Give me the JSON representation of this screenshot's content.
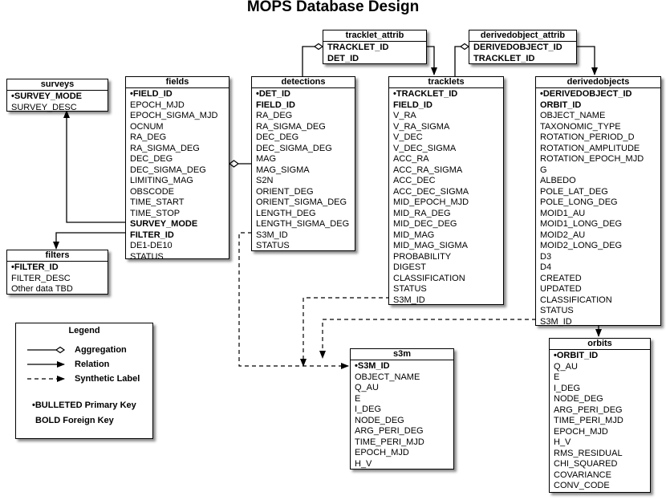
{
  "title": "MOPS Database Design",
  "tables": {
    "surveys": {
      "name": "surveys",
      "rows": [
        {
          "text": "•SURVEY_MODE",
          "bold": true
        },
        {
          "text": "SURVEY_DESC",
          "bold": false
        }
      ]
    },
    "filters": {
      "name": "filters",
      "rows": [
        {
          "text": "•FILTER_ID",
          "bold": true
        },
        {
          "text": "FILTER_DESC",
          "bold": false
        },
        {
          "text": "Other data TBD",
          "bold": false
        }
      ]
    },
    "fields": {
      "name": "fields",
      "rows": [
        {
          "text": "•FIELD_ID",
          "bold": true
        },
        {
          "text": "EPOCH_MJD",
          "bold": false
        },
        {
          "text": "EPOCH_SIGMA_MJD",
          "bold": false
        },
        {
          "text": "OCNUM",
          "bold": false
        },
        {
          "text": "RA_DEG",
          "bold": false
        },
        {
          "text": "RA_SIGMA_DEG",
          "bold": false
        },
        {
          "text": "DEC_DEG",
          "bold": false
        },
        {
          "text": "DEC_SIGMA_DEG",
          "bold": false
        },
        {
          "text": "LIMITING_MAG",
          "bold": false
        },
        {
          "text": "OBSCODE",
          "bold": false
        },
        {
          "text": "TIME_START",
          "bold": false
        },
        {
          "text": "TIME_STOP",
          "bold": false
        },
        {
          "text": "SURVEY_MODE",
          "bold": true
        },
        {
          "text": "FILTER_ID",
          "bold": true
        },
        {
          "text": "DE1-DE10",
          "bold": false
        },
        {
          "text": "STATUS",
          "bold": false
        }
      ]
    },
    "detections": {
      "name": "detections",
      "rows": [
        {
          "text": "•DET_ID",
          "bold": true
        },
        {
          "text": "FIELD_ID",
          "bold": true
        },
        {
          "text": "RA_DEG",
          "bold": false
        },
        {
          "text": "RA_SIGMA_DEG",
          "bold": false
        },
        {
          "text": "DEC_DEG",
          "bold": false
        },
        {
          "text": "DEC_SIGMA_DEG",
          "bold": false
        },
        {
          "text": "MAG",
          "bold": false
        },
        {
          "text": "MAG_SIGMA",
          "bold": false
        },
        {
          "text": "S2N",
          "bold": false
        },
        {
          "text": "ORIENT_DEG",
          "bold": false
        },
        {
          "text": "ORIENT_SIGMA_DEG",
          "bold": false
        },
        {
          "text": "LENGTH_DEG",
          "bold": false
        },
        {
          "text": "LENGTH_SIGMA_DEG",
          "bold": false
        },
        {
          "text": "S3M_ID",
          "bold": false
        },
        {
          "text": "STATUS",
          "bold": false
        }
      ]
    },
    "tracklet_attrib": {
      "name": "tracklet_attrib",
      "rows": [
        {
          "text": "TRACKLET_ID",
          "bold": true
        },
        {
          "text": "DET_ID",
          "bold": true
        }
      ]
    },
    "tracklets": {
      "name": "tracklets",
      "rows": [
        {
          "text": "•TRACKLET_ID",
          "bold": true
        },
        {
          "text": "FIELD_ID",
          "bold": true
        },
        {
          "text": "V_RA",
          "bold": false
        },
        {
          "text": "V_RA_SIGMA",
          "bold": false
        },
        {
          "text": "V_DEC",
          "bold": false
        },
        {
          "text": "V_DEC_SIGMA",
          "bold": false
        },
        {
          "text": "ACC_RA",
          "bold": false
        },
        {
          "text": "ACC_RA_SIGMA",
          "bold": false
        },
        {
          "text": "ACC_DEC",
          "bold": false
        },
        {
          "text": "ACC_DEC_SIGMA",
          "bold": false
        },
        {
          "text": "MID_EPOCH_MJD",
          "bold": false
        },
        {
          "text": "MID_RA_DEG",
          "bold": false
        },
        {
          "text": "MID_DEC_DEG",
          "bold": false
        },
        {
          "text": "MID_MAG",
          "bold": false
        },
        {
          "text": "MID_MAG_SIGMA",
          "bold": false
        },
        {
          "text": "PROBABILITY",
          "bold": false
        },
        {
          "text": "DIGEST",
          "bold": false
        },
        {
          "text": "CLASSIFICATION",
          "bold": false
        },
        {
          "text": "STATUS",
          "bold": false
        },
        {
          "text": "S3M_ID",
          "bold": false
        }
      ]
    },
    "derivedobject_attrib": {
      "name": "derivedobject_attrib",
      "rows": [
        {
          "text": "DERIVEDOBJECT_ID",
          "bold": true
        },
        {
          "text": "TRACKLET_ID",
          "bold": true
        }
      ]
    },
    "derivedobjects": {
      "name": "derivedobjects",
      "rows": [
        {
          "text": "•DERIVEDOBJECT_ID",
          "bold": true
        },
        {
          "text": "ORBIT_ID",
          "bold": true
        },
        {
          "text": "OBJECT_NAME",
          "bold": false
        },
        {
          "text": "TAXONOMIC_TYPE",
          "bold": false
        },
        {
          "text": "ROTATION_PERIOD_D",
          "bold": false
        },
        {
          "text": "ROTATION_AMPLITUDE",
          "bold": false
        },
        {
          "text": "ROTATION_EPOCH_MJD",
          "bold": false
        },
        {
          "text": "G",
          "bold": false
        },
        {
          "text": "ALBEDO",
          "bold": false
        },
        {
          "text": "POLE_LAT_DEG",
          "bold": false
        },
        {
          "text": "POLE_LONG_DEG",
          "bold": false
        },
        {
          "text": "MOID1_AU",
          "bold": false
        },
        {
          "text": "MOID1_LONG_DEG",
          "bold": false
        },
        {
          "text": "MOID2_AU",
          "bold": false
        },
        {
          "text": "MOID2_LONG_DEG",
          "bold": false
        },
        {
          "text": "D3",
          "bold": false
        },
        {
          "text": "D4",
          "bold": false
        },
        {
          "text": "CREATED",
          "bold": false
        },
        {
          "text": "UPDATED",
          "bold": false
        },
        {
          "text": "CLASSIFICATION",
          "bold": false
        },
        {
          "text": "STATUS",
          "bold": false
        },
        {
          "text": "S3M_ID",
          "bold": false
        }
      ]
    },
    "s3m": {
      "name": "s3m",
      "rows": [
        {
          "text": "•S3M_ID",
          "bold": true
        },
        {
          "text": "OBJECT_NAME",
          "bold": false
        },
        {
          "text": "Q_AU",
          "bold": false
        },
        {
          "text": "E",
          "bold": false
        },
        {
          "text": "I_DEG",
          "bold": false
        },
        {
          "text": "NODE_DEG",
          "bold": false
        },
        {
          "text": "ARG_PERI_DEG",
          "bold": false
        },
        {
          "text": "TIME_PERI_MJD",
          "bold": false
        },
        {
          "text": "EPOCH_MJD",
          "bold": false
        },
        {
          "text": "H_V",
          "bold": false
        }
      ]
    },
    "orbits": {
      "name": "orbits",
      "rows": [
        {
          "text": "•ORBIT_ID",
          "bold": true
        },
        {
          "text": "Q_AU",
          "bold": false
        },
        {
          "text": "E",
          "bold": false
        },
        {
          "text": "I_DEG",
          "bold": false
        },
        {
          "text": "NODE_DEG",
          "bold": false
        },
        {
          "text": "ARG_PERI_DEG",
          "bold": false
        },
        {
          "text": "TIME_PERI_MJD",
          "bold": false
        },
        {
          "text": "EPOCH_MJD",
          "bold": false
        },
        {
          "text": "H_V",
          "bold": false
        },
        {
          "text": "RMS_RESIDUAL",
          "bold": false
        },
        {
          "text": "CHI_SQUARED",
          "bold": false
        },
        {
          "text": "COVARIANCE",
          "bold": false
        },
        {
          "text": "CONV_CODE",
          "bold": false
        }
      ]
    }
  },
  "legend": {
    "title": "Legend",
    "aggregation": "Aggregation",
    "relation": "Relation",
    "synthetic": "Synthetic Label",
    "primary_key": "•BULLETED Primary Key",
    "foreign_key": "BOLD Foreign Key"
  }
}
